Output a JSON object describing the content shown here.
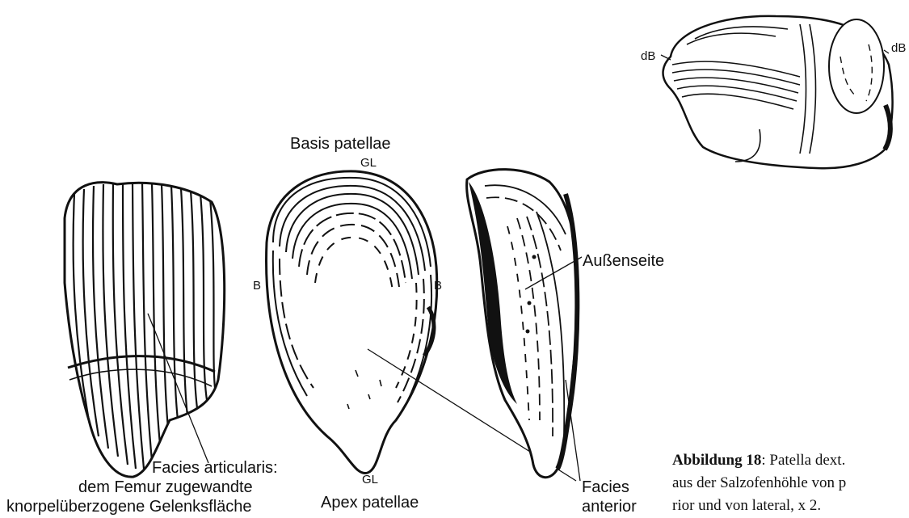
{
  "labels": {
    "basis": "Basis patellae",
    "gl_top": "GL",
    "gl_bottom": "GL",
    "b_left": "B",
    "b_right": "B",
    "aussenseite": "Außenseite",
    "facies_articularis_1": "Facies articularis:",
    "facies_articularis_2": "dem Femur zugewandte",
    "facies_articularis_3": "knorpelüberzogene Gelenksfläche",
    "apex": "Apex patellae",
    "facies_anterior_1": "Facies",
    "facies_anterior_2": "anterior",
    "db_left": "dB",
    "db_right": "dB"
  },
  "caption": {
    "title": "Abbildung 18",
    "line1_rest": ": Patella dext.",
    "line2": "aus der Salzofenhöhle von p",
    "line3": "rior und von lateral, x 2."
  }
}
